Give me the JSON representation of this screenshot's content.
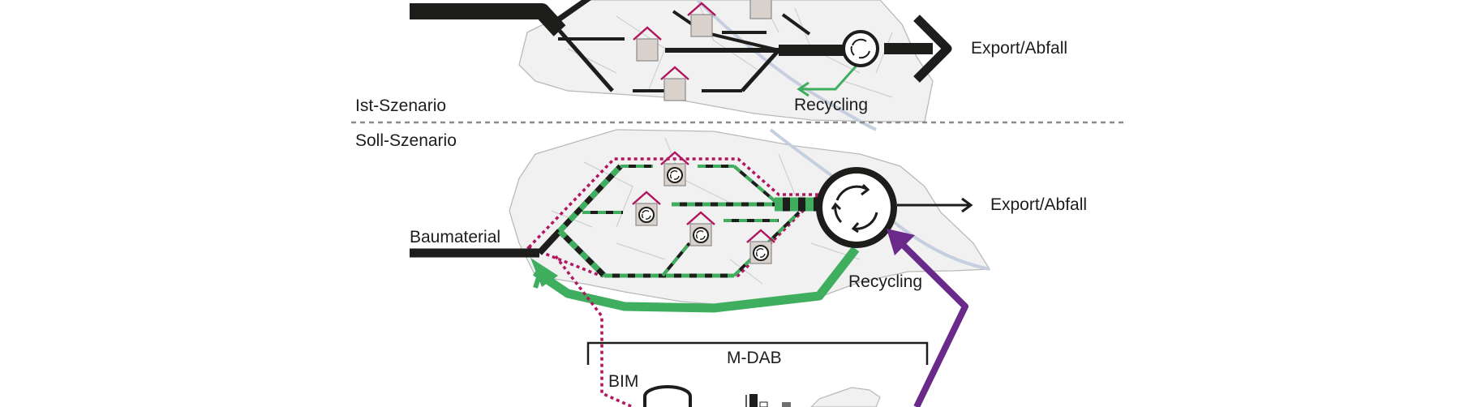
{
  "labels": {
    "ist_szenario": "Ist-Szenario",
    "soll_szenario": "Soll-Szenario",
    "export_top": "Export/Abfall",
    "export_bottom": "Export/Abfall",
    "recycling_top": "Recycling",
    "recycling_bottom": "Recycling",
    "baumaterial": "Baumaterial",
    "mdab": "M-DAB",
    "bim": "BIM"
  },
  "colors": {
    "flow_black": "#1d1d1b",
    "recycling_green": "#3fae5e",
    "boundary_magenta": "#b0175f",
    "data_purple": "#6a2a8a",
    "map_fill": "#f1f1f1",
    "map_line": "#b9b9b9",
    "river": "#c5cfe0",
    "house_fill": "#d9d2cc",
    "divider": "#8a8a8a"
  },
  "icons": [
    "house-icon",
    "house-recycling-icon",
    "recycling-hub-icon",
    "database-icon",
    "bar-chart-icon",
    "arrow-icon"
  ]
}
